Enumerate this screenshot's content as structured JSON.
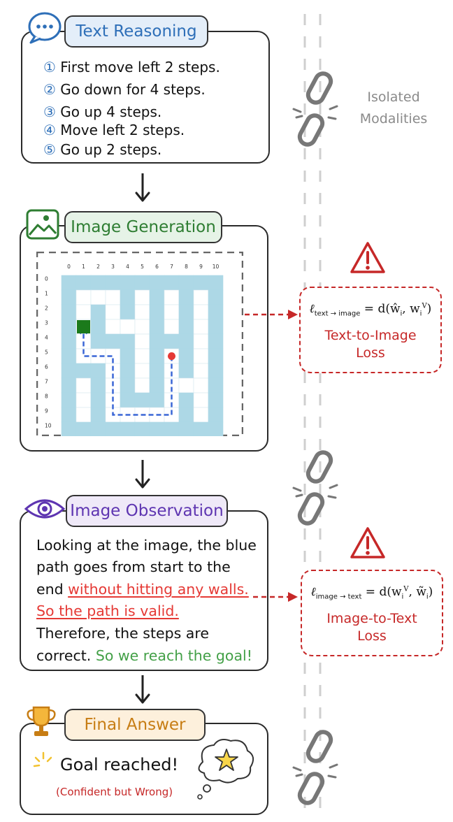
{
  "text_reasoning": {
    "title": "Text Reasoning",
    "steps": [
      {
        "num": "①",
        "text": "First move left 2 steps."
      },
      {
        "num": "②",
        "text": "Go down for 4 steps."
      },
      {
        "num": "③",
        "text": "Go up 4 steps."
      },
      {
        "num": "④",
        "text": "Move left 2 steps."
      },
      {
        "num": "⑤",
        "text": "Go up 2 steps."
      }
    ]
  },
  "isolated_modalities": {
    "line1": "Isolated",
    "line2": "Modalities"
  },
  "image_generation": {
    "title": "Image Generation",
    "grid": {
      "col_labels": [
        "0",
        "1",
        "2",
        "3",
        "4",
        "5",
        "6",
        "7",
        "8",
        "9",
        "10"
      ],
      "row_labels": [
        "0",
        "1",
        "2",
        "3",
        "4",
        "5",
        "6",
        "7",
        "8",
        "9",
        "10"
      ],
      "maze": [
        "WWWWWWWWWWW",
        "WOOOWOWOWOW",
        "WOWOWOWOWOW",
        "WPWOOOWOWOW",
        "WOWWWOWWWOW",
        "WOOOWOWEWOW",
        "WWWOWOWOWOW",
        "WOWOWOWOOOW",
        "WOWOWWWOWOW",
        "WOWOOOOOWOW",
        "WWWWWWWWWWW"
      ],
      "wall_color": "#add8e6",
      "start_color": "#1b7a1b",
      "end_color": "#e53935",
      "path_color": "#3a66d6",
      "path_cells": [
        [
          7,
          5
        ],
        [
          7,
          9
        ],
        [
          3,
          9
        ],
        [
          3,
          5
        ],
        [
          1,
          5
        ],
        [
          1,
          3
        ]
      ]
    }
  },
  "text_to_image_loss": {
    "formula_lhs_sub": "text → image",
    "label_line1": "Text-to-Image",
    "label_line2": "Loss"
  },
  "image_observation": {
    "title": "Image Observation",
    "lines": {
      "l1": "Looking at the image, the blue",
      "l2": "path goes from start to the",
      "l3a": "end ",
      "l3b": "without hitting any walls.",
      "l4": "So the path is valid.",
      "l5": "Therefore, the steps are",
      "l6a": "correct. ",
      "l6b": "So we reach the goal!"
    }
  },
  "image_to_text_loss": {
    "formula_lhs_sub": "image → text",
    "label_line1": "Image-to-Text",
    "label_line2": "Loss"
  },
  "final_answer": {
    "title": "Final Answer",
    "answer": "Goal reached!",
    "note": "(Confident but Wrong)"
  },
  "colors": {
    "text_reasoning_accent": "#2e6fb8",
    "image_generation_accent": "#2e7d32",
    "image_observation_accent": "#5e35b1",
    "final_answer_accent": "#c77d14",
    "warning": "#c62828",
    "correct": "#43a047"
  },
  "icons": [
    "chat-bubble-icon",
    "image-icon",
    "eye-icon",
    "trophy-icon",
    "broken-chain-icon",
    "warning-icon",
    "sparkle-icon",
    "thought-bubble-star-icon",
    "down-arrow-icon"
  ]
}
